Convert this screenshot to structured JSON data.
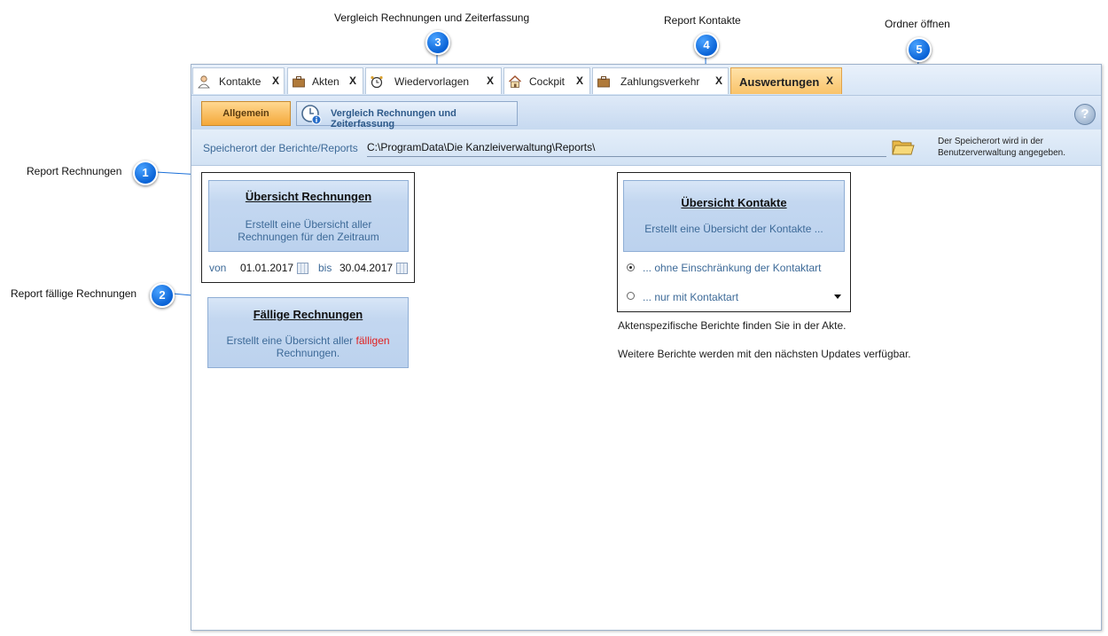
{
  "callouts": {
    "c1": {
      "num": "1",
      "label": "Report Rechnungen"
    },
    "c2": {
      "num": "2",
      "label": "Report fällige Rechnungen"
    },
    "c3": {
      "num": "3",
      "label": "Vergleich Rechnungen und Zeiterfassung"
    },
    "c4": {
      "num": "4",
      "label": "Report Kontakte"
    },
    "c5": {
      "num": "5",
      "label": "Ordner öffnen"
    }
  },
  "tabs": [
    {
      "label": "Kontakte",
      "close": "X",
      "icon": "person-icon"
    },
    {
      "label": "Akten",
      "close": "X",
      "icon": "briefcase-icon"
    },
    {
      "label": "Wiedervorlagen",
      "close": "X",
      "icon": "alarm-clock-icon"
    },
    {
      "label": "Cockpit",
      "close": "X",
      "icon": "house-icon"
    },
    {
      "label": "Zahlungsverkehr",
      "close": "X",
      "icon": "briefcase-icon"
    },
    {
      "label": "Auswertungen",
      "close": "X",
      "active": true
    }
  ],
  "toolbar": {
    "allgemein_label": "Allgemein",
    "vergleich_label": "Vergleich Rechnungen und Zeiterfassung",
    "help_glyph": "?"
  },
  "pathbar": {
    "label": "Speicherort der Berichte/Reports",
    "value": "C:\\ProgramData\\Die Kanzleiverwaltung\\Reports\\",
    "hint_line1": "Der Speicherort wird in der",
    "hint_line2": "Benutzerverwaltung angegeben."
  },
  "rechnungen": {
    "title": "Übersicht Rechnungen",
    "desc_line1": "Erstellt eine Übersicht aller",
    "desc_line2": "Rechnungen für den Zeitraum",
    "von_label": "von",
    "von_value": "01.01.2017",
    "bis_label": "bis",
    "bis_value": "30.04.2017"
  },
  "faellige": {
    "title": "Fällige Rechnungen",
    "desc_pre": "Erstellt eine Übersicht aller ",
    "desc_red": "fälligen",
    "desc_line2": "Rechnungen."
  },
  "kontakte": {
    "title": "Übersicht Kontakte",
    "desc": "Erstellt eine Übersicht der Kontakte ...",
    "option1": "... ohne Einschränkung der Kontaktart",
    "option2": "... nur mit Kontaktart"
  },
  "info": {
    "line1": "Aktenspezifische Berichte finden Sie in der Akte.",
    "line2": "Weitere Berichte werden mit den nächsten Updates verfügbar."
  },
  "colors": {
    "accent_orange": "#f4a83a",
    "link_blue": "#3d6a98",
    "callout_blue": "#0a63d6",
    "highlight_red": "#e02020"
  }
}
